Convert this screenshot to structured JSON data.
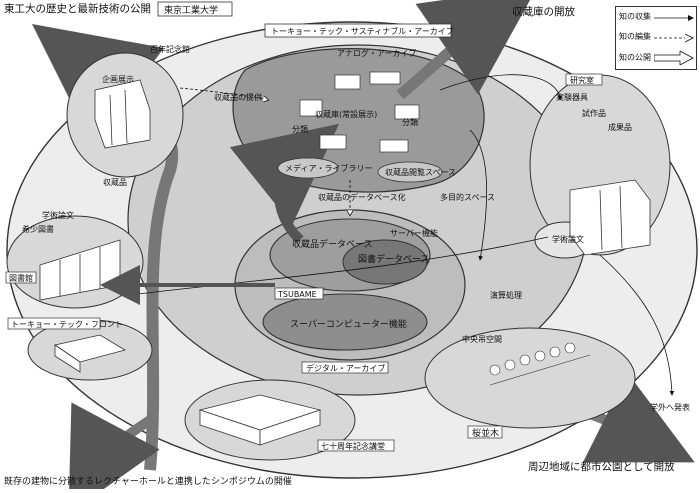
{
  "top_labels": {
    "history": "東工大の歴史と最新技術の公開",
    "univ": "東京工業大学",
    "archive_top": "トーキョー・テック・サスティナブル・アーカイブ",
    "open_storage": "収蔵庫の開放"
  },
  "legend": {
    "collect": "知の収集",
    "edit": "知の編集",
    "publish": "知の公開"
  },
  "regions": {
    "centennial": "百年記念館",
    "planning": "企画展示",
    "collection": "収蔵品",
    "provide": "収蔵品の提供",
    "analog": "アナログ・アーカイブ",
    "storage": "収蔵庫(常設展示)",
    "classify": "分類",
    "classify2": "分類",
    "media_lib": "メディア・ライブラリー",
    "view_space": "収蔵品閲覧スペース",
    "data_flow": "収蔵品のデータベース化",
    "multipurpose": "多目的スペース",
    "server": "サーバー機能",
    "coll_db": "収蔵品データベース",
    "lib_db": "図書データベース",
    "tsubame": "TSUBAME",
    "supercomputer": "スーパーコンピューター機能",
    "calc": "演算処理",
    "digital": "デジタル・アーカイブ",
    "hanging": "中央吊空間",
    "library": "図書館",
    "rare": "希少図書",
    "thesis_lib": "学術論文",
    "front": "トーキョー・テック・フロント",
    "lab": "研究室",
    "lab_member": "実験器具",
    "prototype": "試作品",
    "result": "成果品",
    "thesis_lab": "学術論文",
    "presentation": "学外へ発表",
    "auditorium": "七十周年記念講堂",
    "sakura": "桜並木",
    "park": "周辺地域に都市公園として開放",
    "bottom_caption": "既存の建物に分散するレクチャーホールと連携したシンポジウムの開催"
  }
}
